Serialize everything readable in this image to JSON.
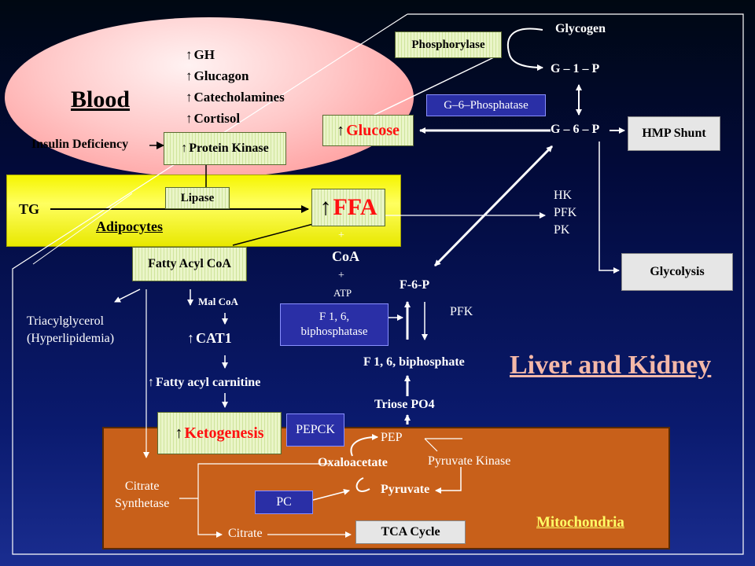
{
  "blood": {
    "title": "Blood",
    "hormones": [
      "GH",
      "Glucagon",
      "Catecholamines",
      "Cortisol"
    ],
    "insulin_deficiency": "Insulin Deficiency",
    "protein_kinase": "Protein Kinase"
  },
  "adipocytes": {
    "title": "Adipocytes",
    "tg": "TG",
    "lipase": "Lipase",
    "ffa": "FFA"
  },
  "liver": {
    "title": "Liver and Kidney",
    "phosphorylase": "Phosphorylase",
    "glycogen": "Glycogen",
    "g1p": "G – 1 – P",
    "g6p": "G – 6 – P",
    "g6phosphatase": "G–6–Phosphatase",
    "glucose": "Glucose",
    "hmp_shunt": "HMP Shunt",
    "enzymes": [
      "HK",
      "PFK",
      "PK"
    ],
    "glycolysis": "Glycolysis",
    "plus1": "+",
    "coa": "CoA",
    "plus2": "+",
    "atp": "ATP",
    "f6p": "F-6-P",
    "pfk": "PFK",
    "f16_biphosphatase": [
      "F 1, 6,",
      "biphosphatase"
    ],
    "f16_biphosphate": "F 1, 6, biphosphate",
    "triose": "Triose PO4",
    "fatty_acyl_coa": "Fatty Acyl CoA",
    "triacylglycerol": [
      "Triacylglycerol",
      "(Hyperlipidemia)"
    ],
    "mal_coa": "Mal CoA",
    "cat1": "CAT1",
    "fatty_acyl_carnitine": "Fatty acyl carnitine",
    "ketogenesis": "Ketogenesis",
    "pepck": "PEPCK"
  },
  "mito": {
    "title": "Mitochondria",
    "pep": "PEP",
    "oxaloacetate": "Oxaloacetate",
    "pyruvate_kinase": "Pyruvate Kinase",
    "citrate_synthetase": [
      "Citrate",
      "Synthetase"
    ],
    "pc": "PC",
    "pyruvate": "Pyruvate",
    "citrate": "Citrate",
    "tca": "TCA Cycle"
  },
  "up_arrow": "↑",
  "colors": {
    "blood": "#ffb0b0",
    "adipocytes": "#ffff33",
    "mitochondria": "#c8601a",
    "highlight_text": "#ff1010",
    "title_text": "#f4b8a8",
    "mito_title": "#ffff66"
  }
}
